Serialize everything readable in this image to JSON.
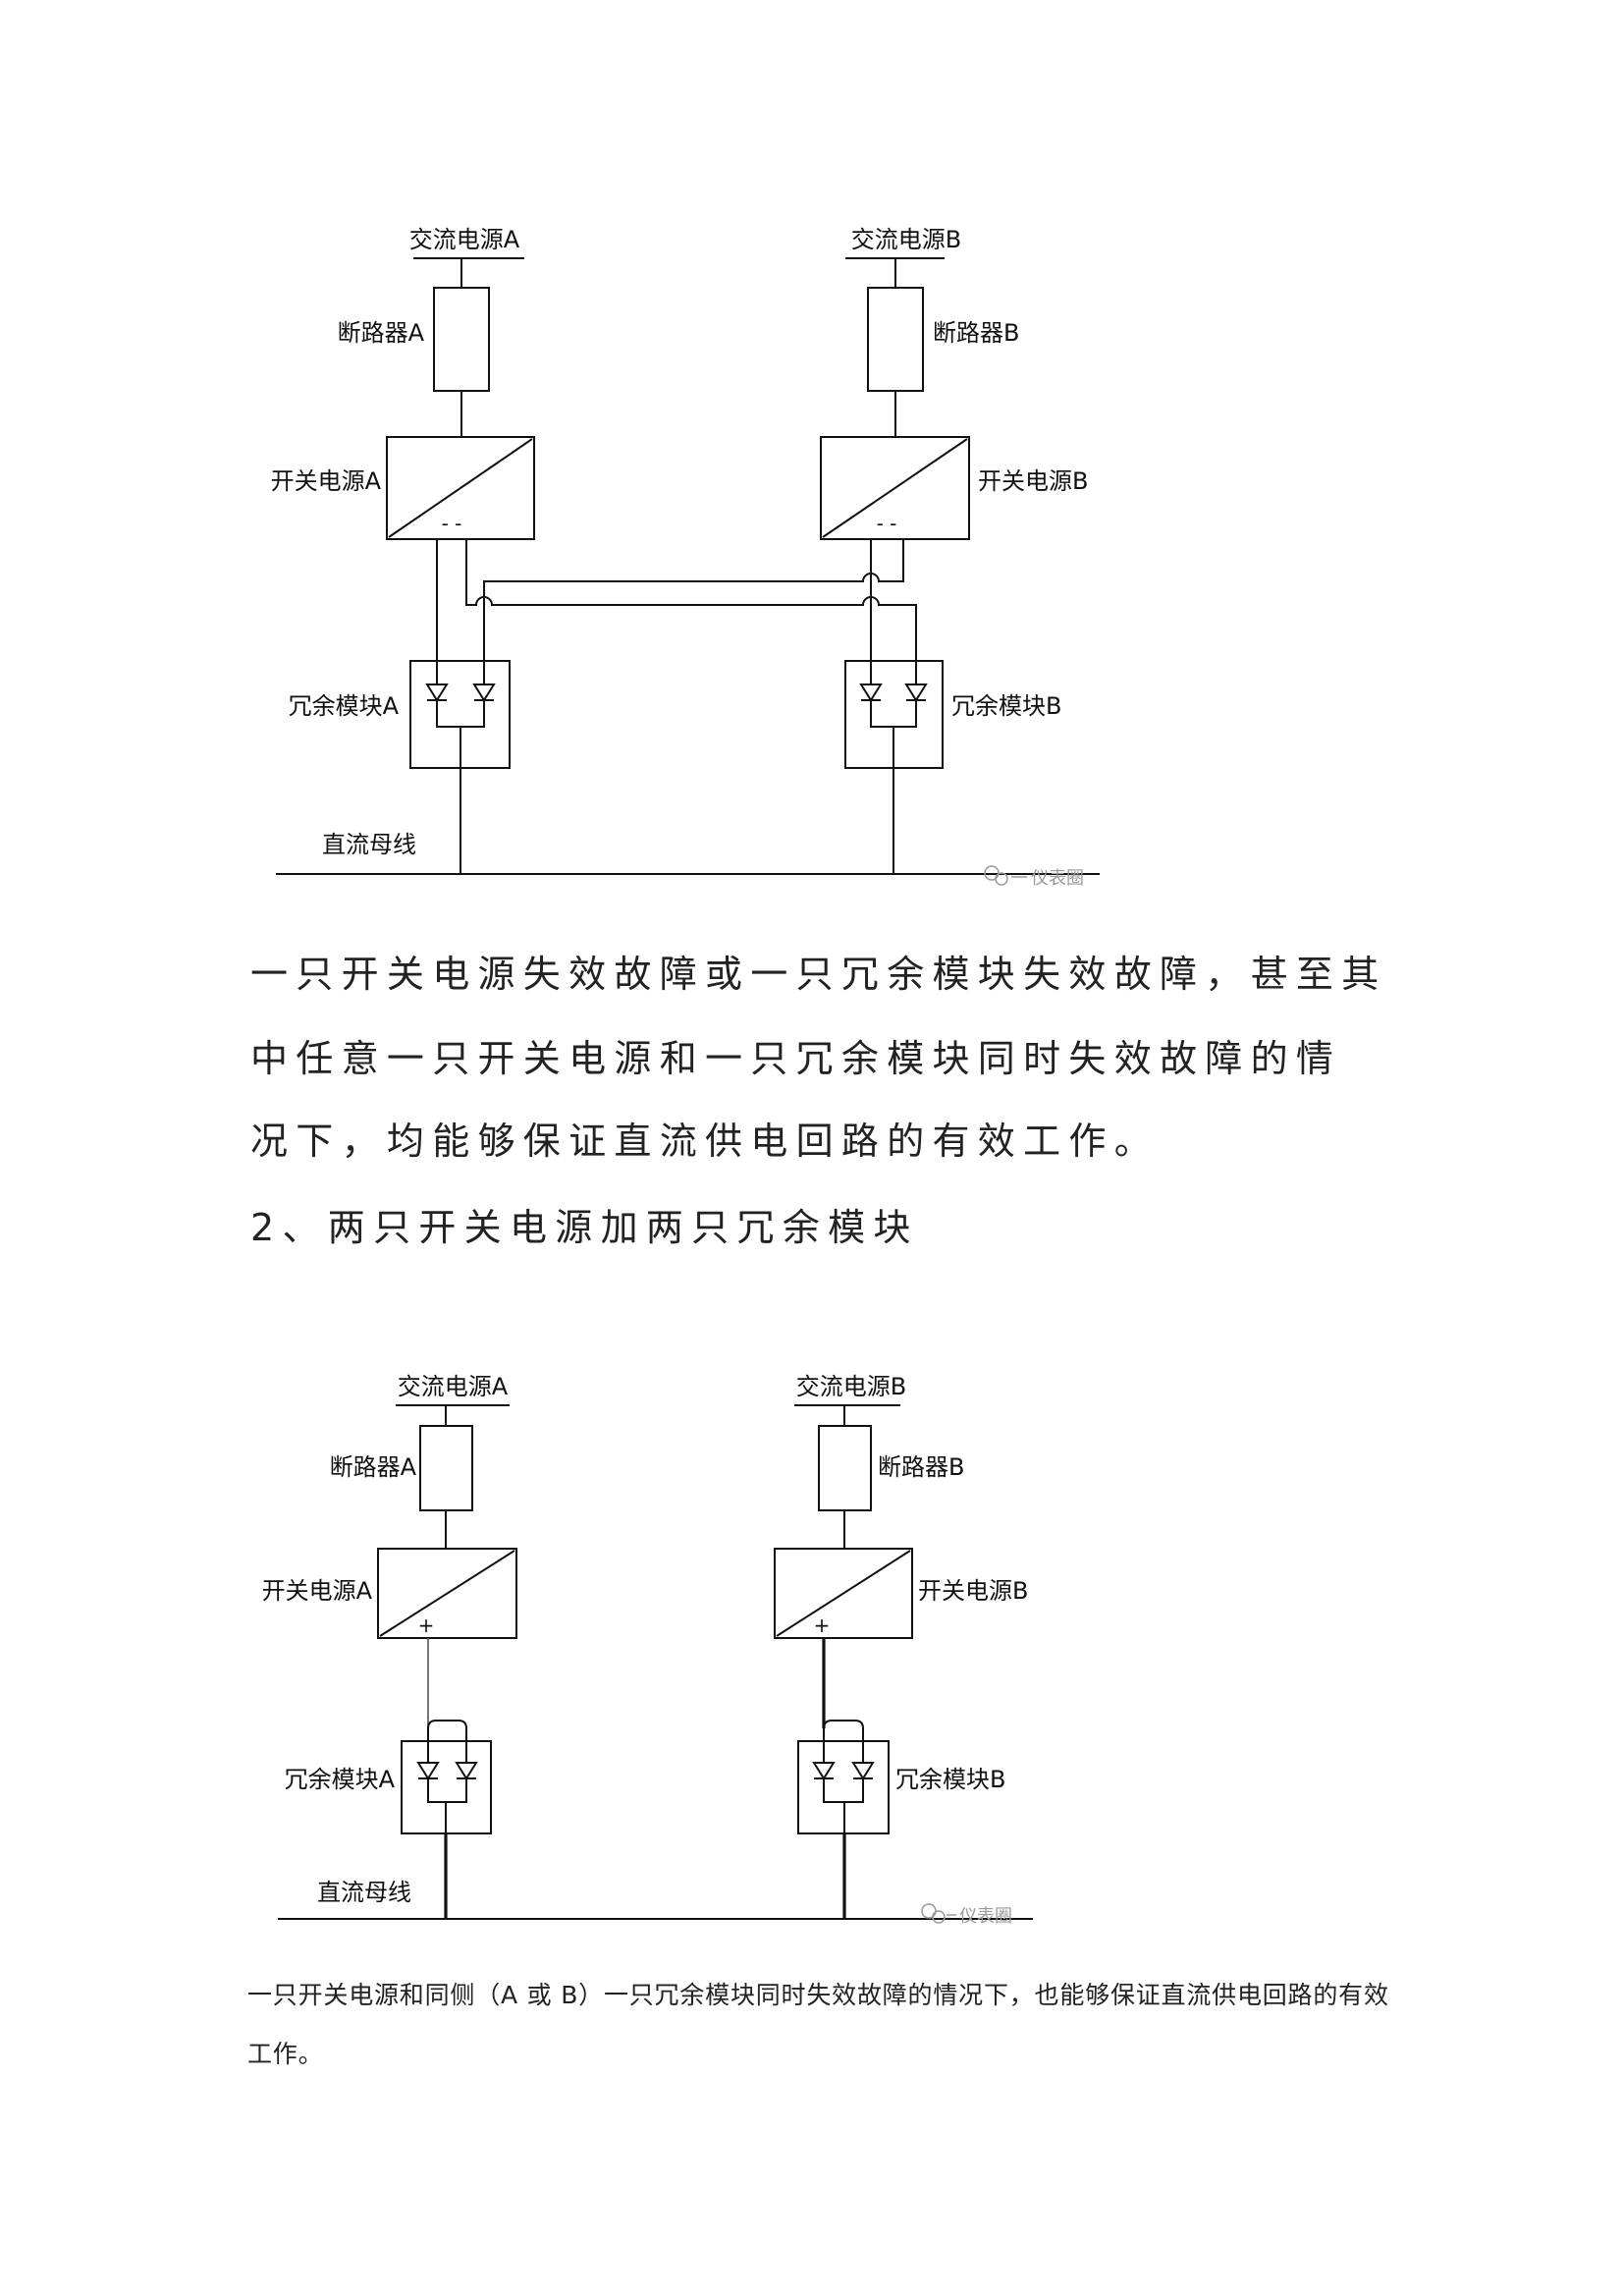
{
  "diagram_1": {
    "ac_source_a": "交流电源A",
    "ac_source_b": "交流电源B",
    "breaker_a": "断路器A",
    "breaker_b": "断路器B",
    "psu_a": "开关电源A",
    "psu_b": "开关电源B",
    "psu_a_terminals": "- -",
    "psu_b_terminals": "- -",
    "redundancy_a": "冗余模块A",
    "redundancy_b": "冗余模块B",
    "dc_bus": "直流母线",
    "watermark": "仪表圈"
  },
  "paragraph": {
    "lines": [
      "一只开关电源失效故障或一只冗余模块失效故障，甚至其",
      "中任意一只开关电源和一只冗余模块同时失效故障的情",
      "况下，均能够保证直流供电回路的有效工作。"
    ]
  },
  "heading": "2、两只开关电源加两只冗余模块",
  "diagram_2": {
    "ac_source_a": "交流电源A",
    "ac_source_b": "交流电源B",
    "breaker_a": "断路器A",
    "breaker_b": "断路器B",
    "psu_a": "开关电源A",
    "psu_b": "开关电源B",
    "psu_a_terminal": "+",
    "psu_b_terminal": "+",
    "redundancy_a": "冗余模块A",
    "redundancy_b": "冗余模块B",
    "dc_bus": "直流母线",
    "watermark": "仪表圈"
  },
  "caption": {
    "lines": [
      "一只开关电源和同侧（A 或 B）一只冗余模块同时失效故障的情况下，也能够保证直流供电回路的有效",
      "工作。"
    ]
  },
  "colors": {
    "text": "#222222",
    "line": "#111111",
    "watermark": "#9a9a9a"
  }
}
